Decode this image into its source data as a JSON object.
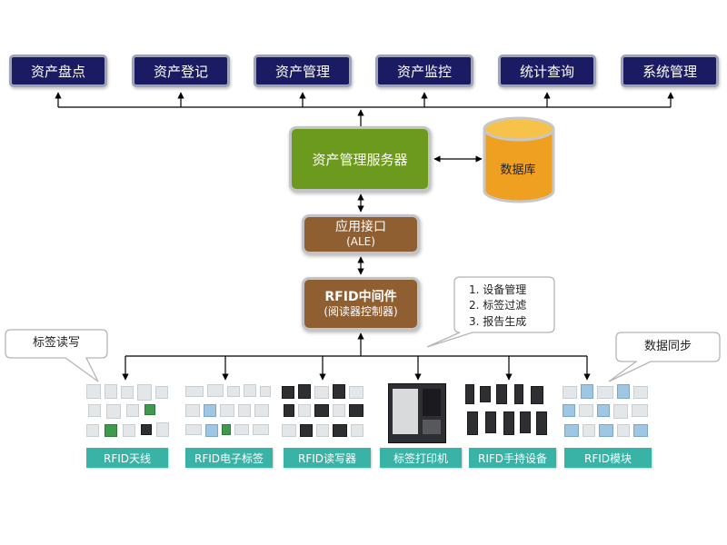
{
  "modules": [
    "资产盘点",
    "资产登记",
    "资产管理",
    "资产监控",
    "统计查询",
    "系统管理"
  ],
  "server": {
    "label": "资产管理服务器"
  },
  "database": {
    "label": "数据库"
  },
  "ale": {
    "line1": "应用接口",
    "line2": "(ALE)"
  },
  "middleware": {
    "line1": "RFID中间件",
    "line2": "(阅读器控制器)"
  },
  "middleware_functions": [
    "1. 设备管理",
    "2. 标签过滤",
    "3. 报告生成"
  ],
  "callout_tag_rw": "标签读写",
  "callout_data_sync": "数据同步",
  "devices": [
    "RFID天线",
    "RFID电子标签",
    "RFID读写器",
    "标签打印机",
    "RIFD手持设备",
    "RFID模块"
  ],
  "colors": {
    "module_bg": "#1b1b63",
    "server_bg": "#6c9a1e",
    "middleware_bg": "#8f5e31",
    "database_fill": "#f0a020",
    "device_label_bg": "#38b3a6"
  }
}
